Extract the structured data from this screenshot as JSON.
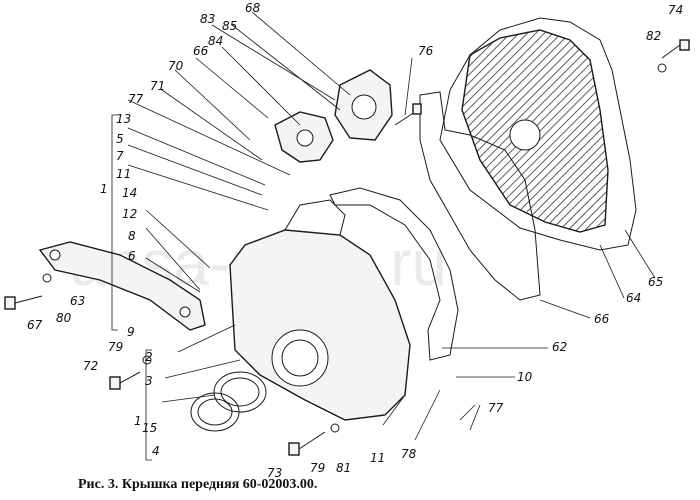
{
  "watermark": "ansa-parts.ru",
  "caption": "Рис. 3. Крышка передняя 60-02003.00.",
  "callouts": {
    "c83": "83",
    "c68": "68",
    "c85": "85",
    "c84": "84",
    "c66a": "66",
    "c70": "70",
    "c71": "71",
    "c77a": "77",
    "c13": "13",
    "c5": "5",
    "c7": "7",
    "c11a": "11",
    "c1a": "1",
    "c14": "14",
    "c12": "12",
    "c8": "8",
    "c6": "6",
    "c76": "76",
    "c74": "74",
    "c82": "82",
    "c67": "67",
    "c80": "80",
    "c63": "63",
    "c9": "9",
    "c79a": "79",
    "c72": "72",
    "c2": "2",
    "c3": "3",
    "c1b": "1",
    "c15": "15",
    "c4": "4",
    "c73": "73",
    "c79b": "79",
    "c81": "81",
    "c11b": "11",
    "c78": "78",
    "c77b": "77",
    "c10": "10",
    "c62": "62",
    "c66b": "66",
    "c64": "64",
    "c65": "65"
  }
}
